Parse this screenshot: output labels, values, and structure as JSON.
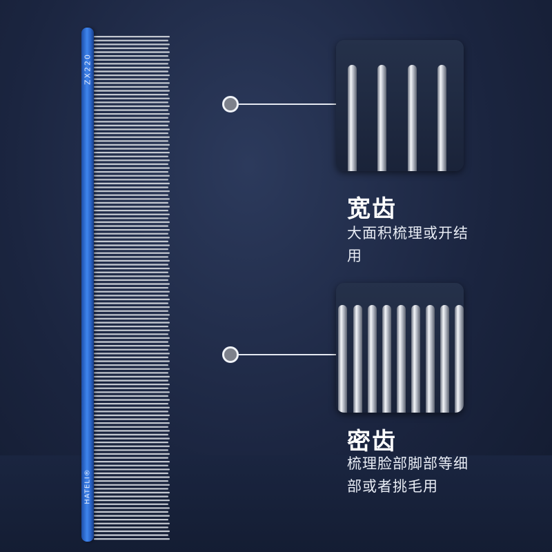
{
  "comb": {
    "model": "ZX220",
    "brand": "HATELI®"
  },
  "features": [
    {
      "title": "宽齿",
      "description": "大面积梳理或开结用"
    },
    {
      "title": "密齿",
      "description": "梳理脸部脚部等细部或者挑毛用"
    }
  ],
  "colors": {
    "background": "#1b2540",
    "handle": "#2f74e0",
    "teeth": "#c9cdd4",
    "callout_dot": "#7d818b",
    "text": "#ffffff"
  }
}
